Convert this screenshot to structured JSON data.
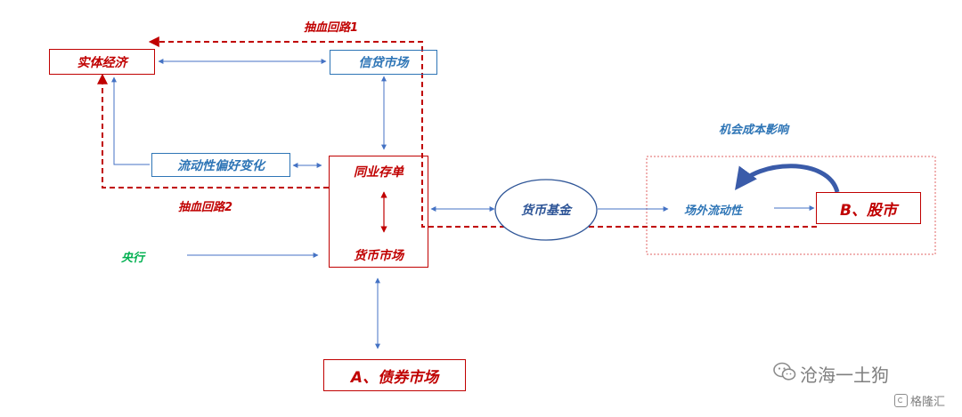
{
  "nodes": {
    "real_economy": "实体经济",
    "credit_market": "信贷市场",
    "liquidity_preference": "流动性偏好变化",
    "interbank_cd": "同业存单",
    "money_market": "货币市场",
    "money_fund": "货币基金",
    "otc_liquidity": "场外流动性",
    "stock_market": "B、股市",
    "bond_market": "A、债券市场",
    "central_bank": "央行"
  },
  "labels": {
    "drain_loop_1": "抽血回路1",
    "drain_loop_2": "抽血回路2",
    "opportunity_cost": "机会成本影响"
  },
  "watermark": {
    "author": "沧海一土狗",
    "source": "格隆汇"
  },
  "colors": {
    "red": "#c00000",
    "blue": "#2e75b6",
    "green": "#00b050",
    "arrow_blue": "#4472c4"
  }
}
